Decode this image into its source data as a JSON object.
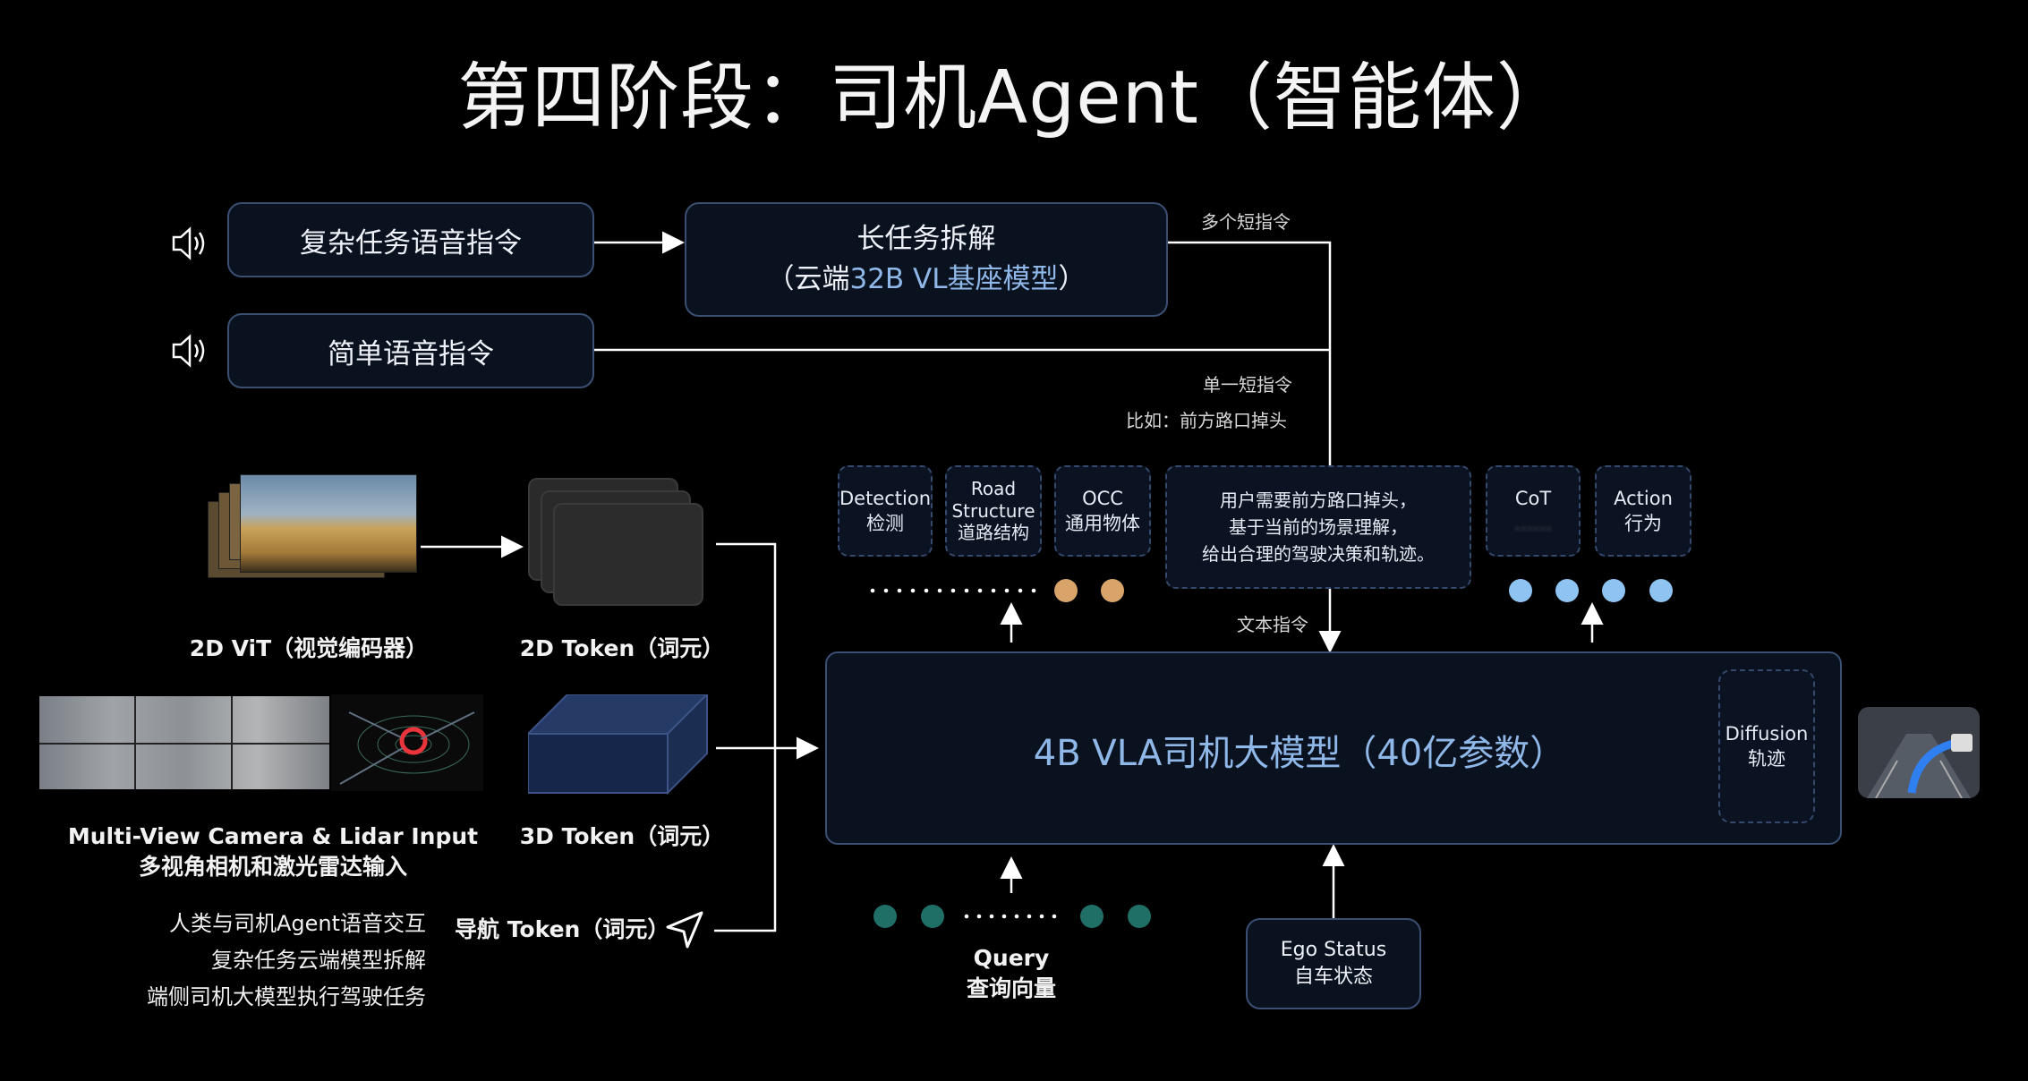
{
  "title": "第四阶段：司机Agent（智能体）",
  "voice_complex": "复杂任务语音指令",
  "voice_simple": "简单语音指令",
  "decompose": {
    "line1": "长任务拆解",
    "line2_prefix": "（云端",
    "line2_blue": "32B VL基座模型",
    "line2_suffix": "）"
  },
  "labels": {
    "multi_short": "多个短指令",
    "single_short": "单一短指令",
    "example": "比如：前方路口掉头",
    "text_instr": "文本指令"
  },
  "heads": [
    {
      "en": "Detection",
      "zh": "检测"
    },
    {
      "en": "Road Structure",
      "zh": "道路结构"
    },
    {
      "en": "OCC",
      "zh": "通用物体"
    }
  ],
  "reasoning": [
    "用户需要前方路口掉头，",
    "基于当前的场景理解，",
    "给出合理的驾驶决策和轨迹。"
  ],
  "cot": {
    "en": "CoT",
    "zh": "……"
  },
  "action": {
    "en": "Action",
    "zh": "行为"
  },
  "vla": {
    "main": "4B VLA司机大模型（40亿参数）"
  },
  "diffusion": {
    "en": "Diffusion",
    "zh": "轨迹"
  },
  "vit_label": "2D ViT（视觉编码器）",
  "token2d_label": "2D Token（词元）",
  "token3d_label": "3D Token（词元）",
  "camera_label_en": "Multi-View Camera & Lidar Input",
  "camera_label_zh": "多视角相机和激光雷达输入",
  "nav_label": "导航 Token（词元）",
  "notes": [
    "人类与司机Agent语音交互",
    "复杂任务云端模型拆解",
    "端侧司机大模型执行驾驶任务"
  ],
  "query": {
    "en": "Query",
    "zh": "查询向量"
  },
  "ego": {
    "en": "Ego Status",
    "zh": "自车状态"
  },
  "colors": {
    "accent_blue": "#8fb8e8",
    "box_border": "#3b4f72",
    "dot_orange": "#d8a46a",
    "dot_blue": "#8ec3f2",
    "dot_teal": "#1f6f67"
  }
}
